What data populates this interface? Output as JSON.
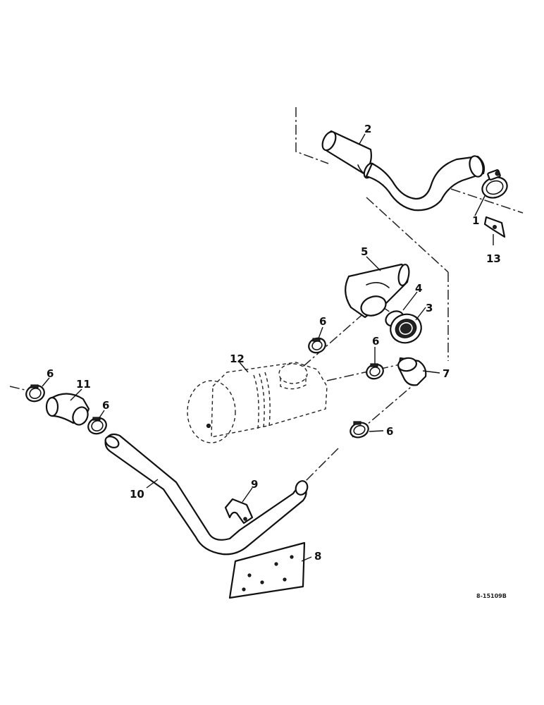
{
  "callouts": {
    "c1": "1",
    "c2": "2",
    "c3": "3",
    "c4": "4",
    "c5": "5",
    "c6a": "6",
    "c6b": "6",
    "c6c": "6",
    "c6d": "6",
    "c6e": "6",
    "c7": "7",
    "c8": "8",
    "c9": "9",
    "c10": "10",
    "c11": "11",
    "c12": "12",
    "c13": "13"
  },
  "reference_number": "8-15109B"
}
